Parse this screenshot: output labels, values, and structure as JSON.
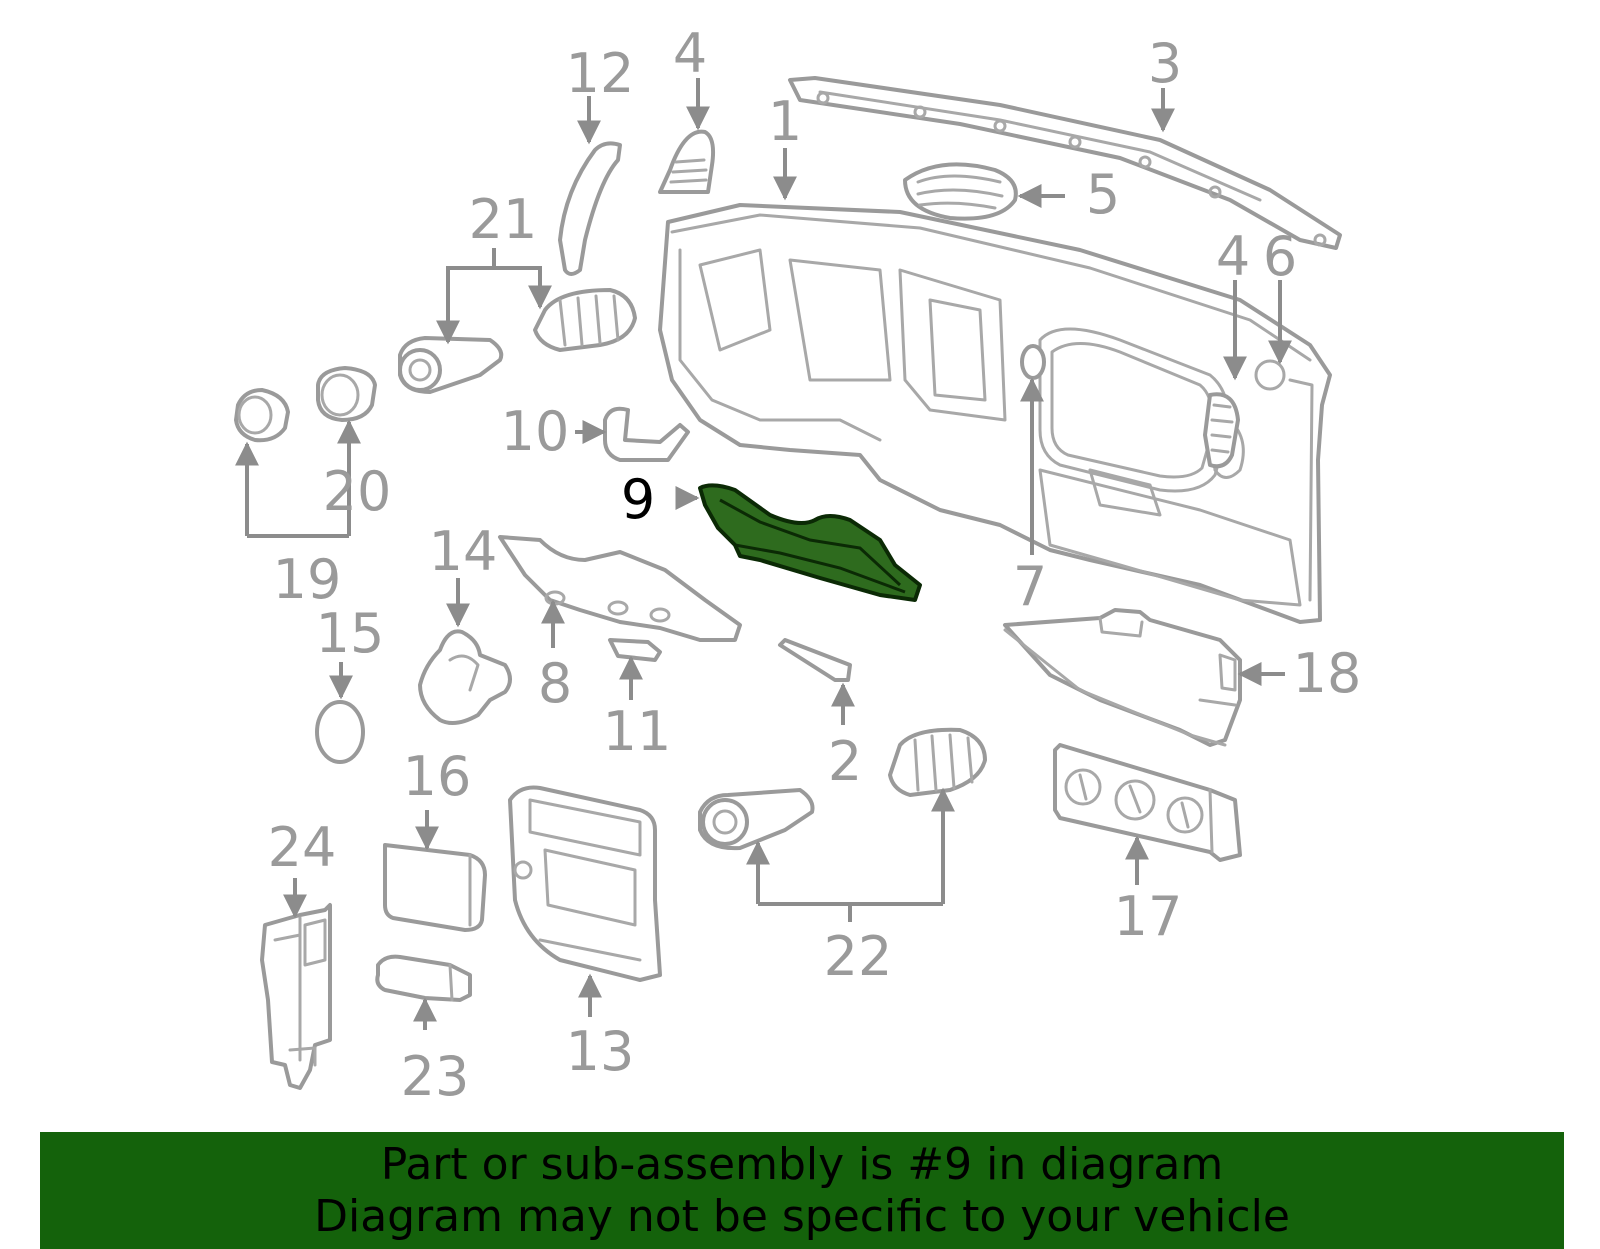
{
  "diagram": {
    "highlight_color": "#2e6b1e",
    "line_color": "#9a9a9a",
    "callouts": [
      "1",
      "2",
      "3",
      "4",
      "4",
      "5",
      "6",
      "7",
      "8",
      "9",
      "10",
      "11",
      "12",
      "13",
      "14",
      "15",
      "16",
      "17",
      "18",
      "19",
      "20",
      "21",
      "22",
      "23",
      "24"
    ],
    "highlighted_callout": "9"
  },
  "banner": {
    "background": "#14620b",
    "line1": "Part or sub-assembly is #9 in diagram",
    "line2": "Diagram may not be specific to your vehicle"
  }
}
